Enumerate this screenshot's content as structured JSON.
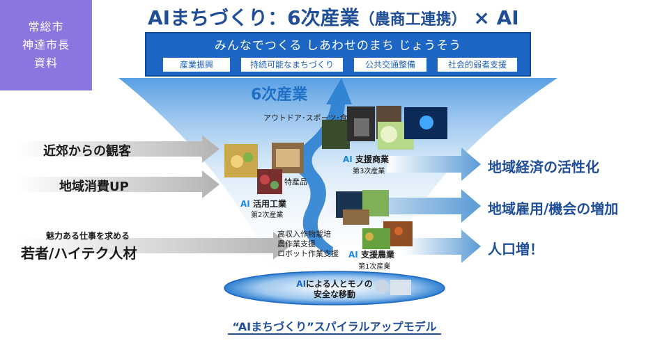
{
  "badge": {
    "line1": "常総市",
    "line2": "神達市長",
    "line3": "資料"
  },
  "title": {
    "main": "AIまちづくり：6次産業",
    "paren_open": "（",
    "paren_text": "農商工連携",
    "paren_close": "）",
    "suffix": "× AI"
  },
  "banner": {
    "slogan": "みんなでつくる しあわせのまち じょうそう",
    "pills": [
      "産業振興",
      "持続可能なまちづくり",
      "公共交通整備",
      "社会的弱者支援"
    ]
  },
  "arrow_label": "6次産業",
  "left_inputs": [
    "近郊からの観客",
    "地域消費UP"
  ],
  "talent": {
    "small": "魅力ある仕事を求める",
    "big": "若者/ハイテク人材"
  },
  "outdoor_label": "アウトドア･スポーツ･食",
  "tokusan_label": "特産品",
  "commerce": {
    "ai": "AI",
    "head": "支援商業",
    "sub": "第3次産業"
  },
  "industry": {
    "ai": "AI",
    "head": "活用工業",
    "sub": "第2次産業"
  },
  "agri_items": [
    "高収入作物栽培",
    "農作業支援",
    "ロボット作業支援"
  ],
  "agri": {
    "ai": "AI",
    "head": "支援農業",
    "sub": "第1次産業"
  },
  "outcomes": [
    "地域経済の活性化",
    "地域雇用/機会の増加",
    "人口増！"
  ],
  "mobility": {
    "ai": "AI",
    "line1": "による人とモノの",
    "line2": "安全な移動"
  },
  "bottom_caption": "“AIまちづくり”スパイラルアップモデル",
  "colors": {
    "badge": "#8a76de",
    "title": "#1f4e96",
    "banner": "#1e66c4",
    "ai_accent": "#1e88e5",
    "outcome_arrow": "#5b9bd5"
  }
}
